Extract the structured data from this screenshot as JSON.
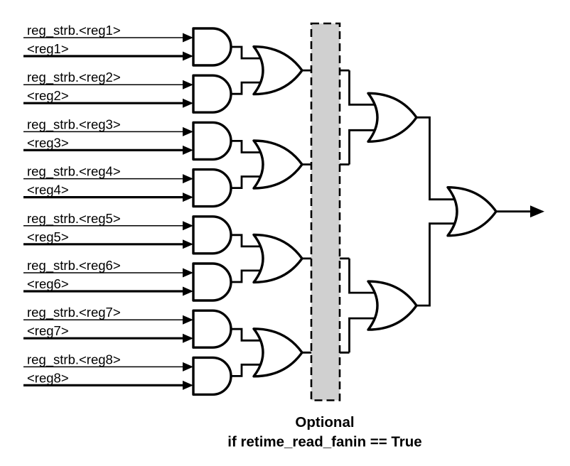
{
  "inputs": [
    {
      "strobe": "reg_strb.<reg1>",
      "value": "<reg1>"
    },
    {
      "strobe": "reg_strb.<reg2>",
      "value": "<reg2>"
    },
    {
      "strobe": "reg_strb.<reg3>",
      "value": "<reg3>"
    },
    {
      "strobe": "reg_strb.<reg4>",
      "value": "<reg4>"
    },
    {
      "strobe": "reg_strb.<reg5>",
      "value": "<reg5>"
    },
    {
      "strobe": "reg_strb.<reg6>",
      "value": "<reg6>"
    },
    {
      "strobe": "reg_strb.<reg7>",
      "value": "<reg7>"
    },
    {
      "strobe": "reg_strb.<reg8>",
      "value": "<reg8>"
    }
  ],
  "caption": {
    "line1": "Optional",
    "line2": "if retime_read_fanin == True"
  },
  "colors": {
    "background": "#ffffff",
    "line": "#000000",
    "optional_box_fill": "#d0d0d0"
  }
}
